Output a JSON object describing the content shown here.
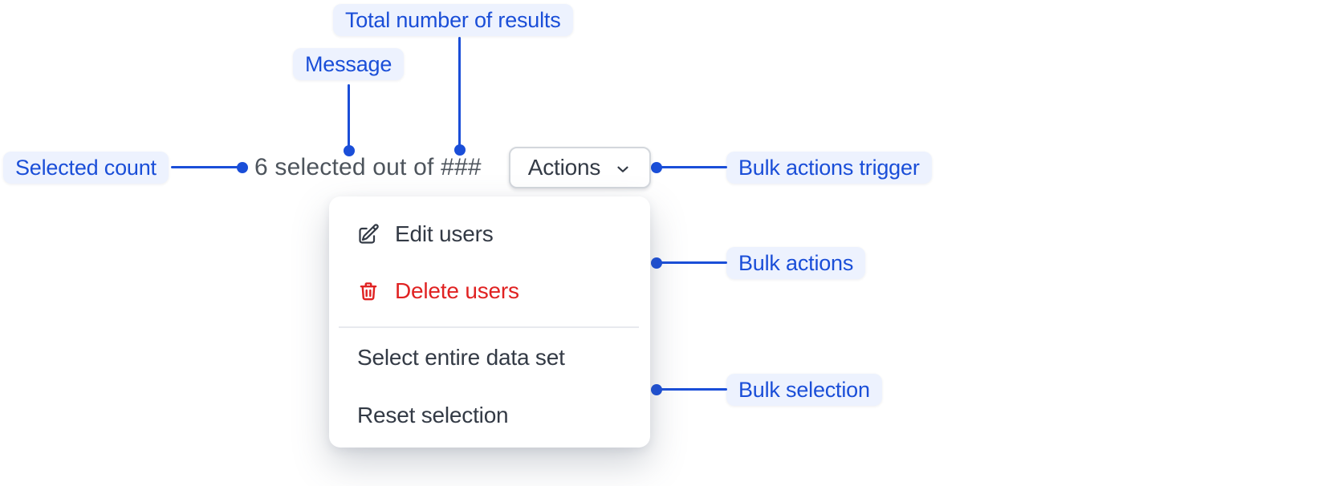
{
  "colors": {
    "annotation_blue": "#1a4ed8",
    "annotation_bg": "#edf2fe",
    "danger_red": "#e02222",
    "message_gray": "#4d545c",
    "text_dark": "#333a45",
    "button_border": "#d3d7dc",
    "divider_gray": "#e8eaee",
    "background": "#ffffff"
  },
  "annotations": {
    "total_results": "Total number of results",
    "message": "Message",
    "selected_count": "Selected count",
    "bulk_actions_trigger": "Bulk actions trigger",
    "bulk_actions": "Bulk actions",
    "bulk_selection": "Bulk selection"
  },
  "component": {
    "message_text": "6 selected out of ###",
    "actions_button": {
      "label": "Actions",
      "icon": "chevron-down-icon"
    },
    "menu": {
      "items": [
        {
          "label": "Edit users",
          "icon": "edit-icon",
          "variant": "default"
        },
        {
          "label": "Delete users",
          "icon": "trash-icon",
          "variant": "danger"
        },
        {
          "label": "Select entire data set",
          "icon": null,
          "variant": "default"
        },
        {
          "label": "Reset selection",
          "icon": null,
          "variant": "default"
        }
      ]
    }
  }
}
